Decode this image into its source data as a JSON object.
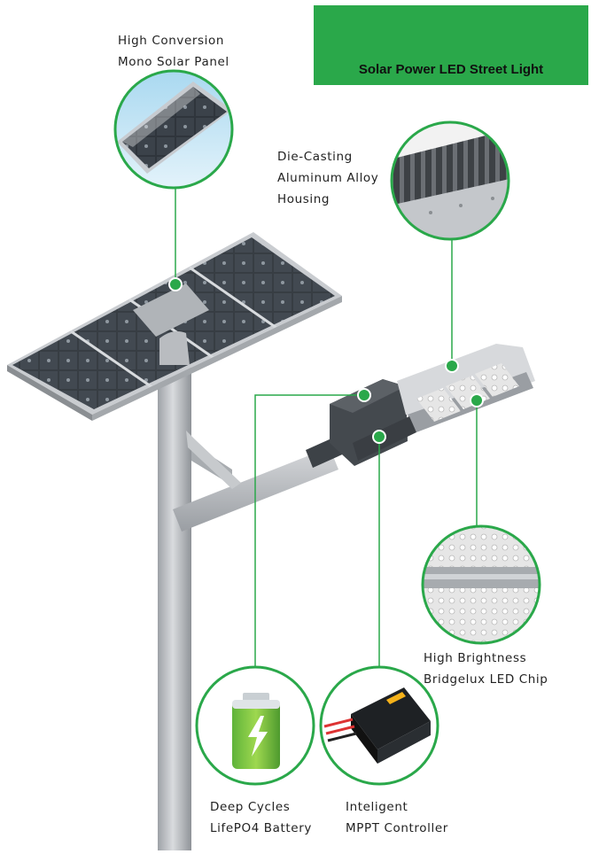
{
  "banner": {
    "title": "Solar Power LED Street Light",
    "icons": [
      "sun-icon",
      "arrow-icon",
      "solar-panel-icon",
      "arrow-icon",
      "battery-icon"
    ],
    "colors": {
      "background": "#2aa84a",
      "sun": "#f6b21a"
    }
  },
  "callouts": {
    "solar_panel": {
      "line1": "High Conversion",
      "line2": "Mono Solar Panel"
    },
    "housing": {
      "line1": "Die-Casting",
      "line2": "Aluminum Alloy",
      "line3": "Housing"
    },
    "led_chip": {
      "line1": "High Brightness",
      "line2": "Bridgelux LED Chip"
    },
    "battery": {
      "line1": "Deep Cycles",
      "line2": "LifePO4 Battery"
    },
    "controller": {
      "line1": "Inteligent",
      "line2": "MPPT Controller"
    }
  },
  "colors": {
    "accent": "#2aa84a",
    "pole": "#b9bcc0",
    "panel": "#2d3238",
    "lamp": "#5a5e63"
  }
}
